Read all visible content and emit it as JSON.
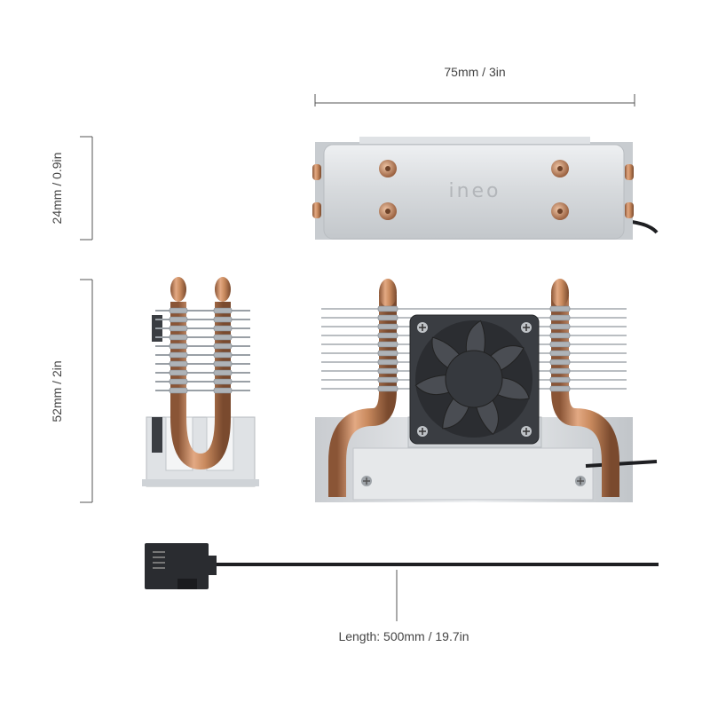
{
  "dimensions": {
    "width": "75mm / 3in",
    "height_top": "24mm / 0.9in",
    "height_main": "52mm / 2in",
    "cable_length": "Length: 500mm / 19.7in"
  },
  "brand": {
    "logo": "ineo"
  },
  "colors": {
    "copper": "#c98a5e",
    "aluminum": "#d9dcdf",
    "fan": "#3a3d42",
    "cable": "#1e1f22",
    "line": "#555555"
  }
}
